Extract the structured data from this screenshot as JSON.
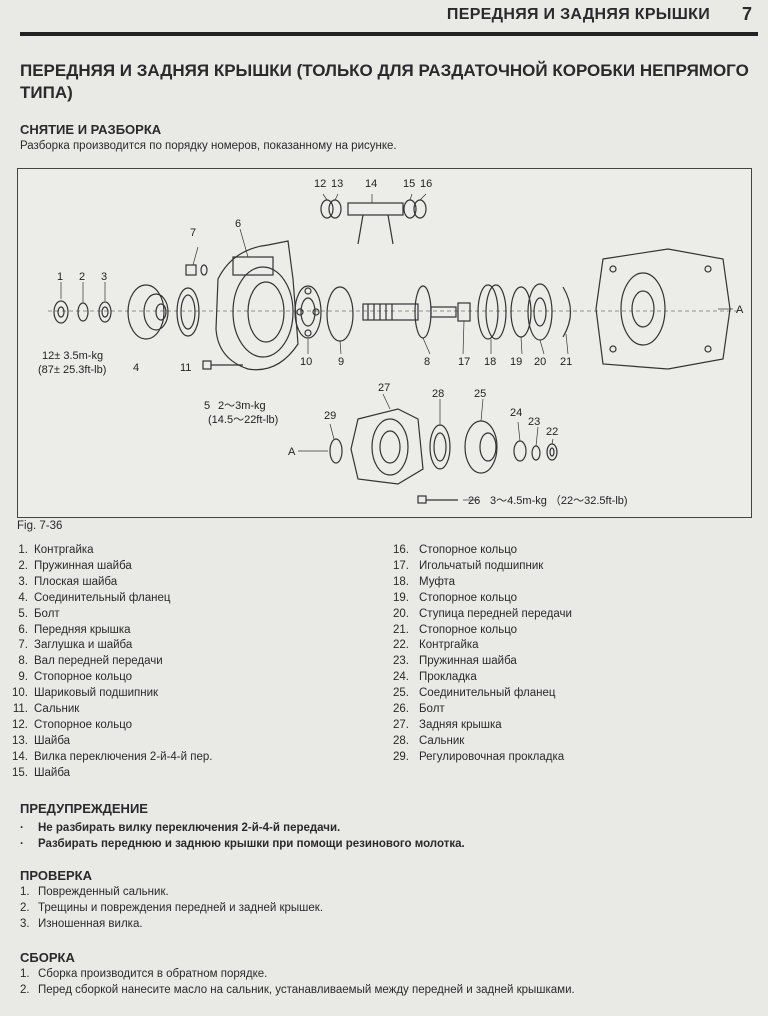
{
  "header": {
    "title": "ПЕРЕДНЯЯ И ЗАДНЯЯ КРЫШКИ",
    "page": "7"
  },
  "title": "ПЕРЕДНЯЯ И ЗАДНЯЯ КРЫШКИ (ТОЛЬКО ДЛЯ РАЗДАТОЧНОЙ КОРОБКИ НЕПРЯМОГО ТИПА)",
  "removal": {
    "heading": "СНЯТИЕ И РАЗБОРКА",
    "text": "Разборка производится по порядку номеров, показанному на рисунке."
  },
  "figure": {
    "caption": "Fig. 7-36",
    "callouts": [
      "1",
      "2",
      "3",
      "4",
      "5",
      "6",
      "7",
      "8",
      "9",
      "10",
      "11",
      "12",
      "13",
      "14",
      "15",
      "16",
      "17",
      "18",
      "19",
      "20",
      "21",
      "22",
      "23",
      "24",
      "25",
      "26",
      "27",
      "28",
      "29"
    ],
    "torque1_a": "12± 3.5m-kg",
    "torque1_b": "(87± 25.3ft-lb)",
    "torque5_a": "2～3m-kg",
    "torque5_b": "(14.5～22ft-lb)",
    "torque26": "3～4.5m-kg （22～32.5ft-lb)",
    "mark_a": "A"
  },
  "parts_left": [
    {
      "n": "1.",
      "t": "Контргайка"
    },
    {
      "n": "2.",
      "t": "Пружинная шайба"
    },
    {
      "n": "3.",
      "t": "Плоская шайба"
    },
    {
      "n": "4.",
      "t": "Соединительный фланец"
    },
    {
      "n": "5.",
      "t": "Болт"
    },
    {
      "n": "6.",
      "t": "Передняя крышка"
    },
    {
      "n": "7.",
      "t": "Заглушка и шайба"
    },
    {
      "n": "8.",
      "t": "Вал передней передачи"
    },
    {
      "n": "9.",
      "t": "Стопорное кольцо"
    },
    {
      "n": "10.",
      "t": "Шариковый подшипник"
    },
    {
      "n": "11.",
      "t": "Сальник"
    },
    {
      "n": "12.",
      "t": "Стопорное кольцо"
    },
    {
      "n": "13.",
      "t": "Шайба"
    },
    {
      "n": "14.",
      "t": "Вилка переключения 2-й-4-й пер."
    },
    {
      "n": "15.",
      "t": "Шайба"
    }
  ],
  "parts_right": [
    {
      "n": "16.",
      "t": "Стопорное кольцо"
    },
    {
      "n": "17.",
      "t": "Игольчатый подшипник"
    },
    {
      "n": "18.",
      "t": "Муфта"
    },
    {
      "n": "19.",
      "t": "Стопорное кольцо"
    },
    {
      "n": "20.",
      "t": "Ступица передней передачи"
    },
    {
      "n": "21.",
      "t": "Стопорное кольцо"
    },
    {
      "n": "22.",
      "t": "Контргайка"
    },
    {
      "n": "23.",
      "t": "Пружинная шайба"
    },
    {
      "n": "24.",
      "t": "Прокладка"
    },
    {
      "n": "25.",
      "t": "Соединительный фланец"
    },
    {
      "n": "26.",
      "t": "Болт"
    },
    {
      "n": "27.",
      "t": "Задняя крышка"
    },
    {
      "n": "28.",
      "t": "Сальник"
    },
    {
      "n": "29.",
      "t": "Регулировочная прокладка"
    }
  ],
  "warning": {
    "heading": "ПРЕДУПРЕЖДЕНИЕ",
    "items": [
      "Не разбирать вилку переключения 2-й-4-й передачи.",
      "Разбирать переднюю и заднюю крышки при помощи резинового молотка."
    ]
  },
  "inspection": {
    "heading": "ПРОВЕРКА",
    "items": [
      {
        "n": "1.",
        "t": "Поврежденный сальник."
      },
      {
        "n": "2.",
        "t": "Трещины и повреждения передней и задней крышек."
      },
      {
        "n": "3.",
        "t": "Изношенная вилка."
      }
    ]
  },
  "assembly": {
    "heading": "СБОРКА",
    "items": [
      {
        "n": "1.",
        "t": "Сборка производится в обратном порядке."
      },
      {
        "n": "2.",
        "t": "Перед сборкой нанесите масло на сальник, устанавливаемый между передней и задней крышками."
      }
    ]
  }
}
